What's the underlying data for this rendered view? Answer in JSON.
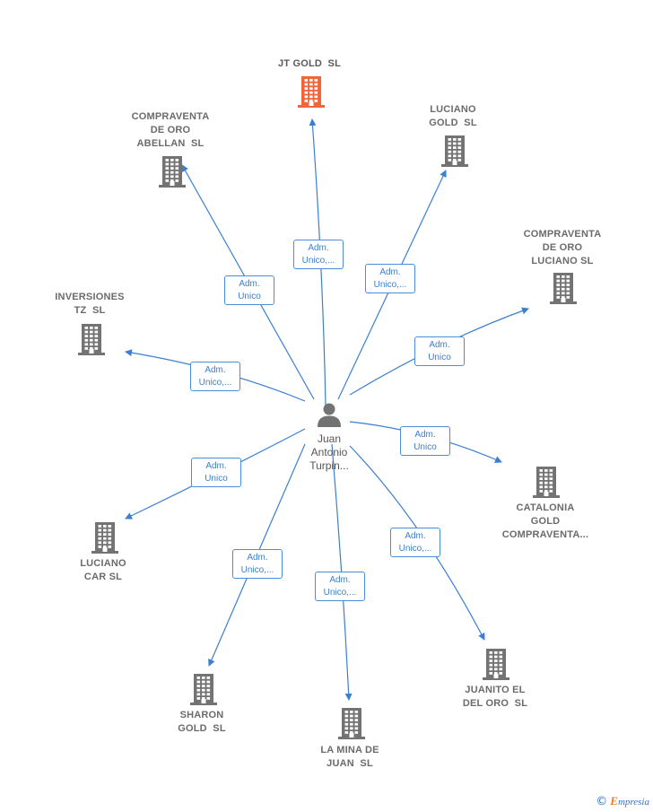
{
  "center": {
    "lines": [
      "Juan",
      "Antonio",
      "Turpin..."
    ]
  },
  "companies": [
    {
      "id": "jt-gold",
      "lines": [
        "JT GOLD  SL"
      ],
      "highlight": true,
      "icon": "building-icon",
      "color": "#f0653a"
    },
    {
      "id": "compraventa-abellan",
      "lines": [
        "COMPRAVENTA",
        "DE ORO",
        "ABELLAN  SL"
      ],
      "icon": "building-icon",
      "color": "#737373"
    },
    {
      "id": "luciano-gold",
      "lines": [
        "LUCIANO",
        "GOLD  SL"
      ],
      "icon": "building-icon",
      "color": "#737373"
    },
    {
      "id": "compraventa-luciano",
      "lines": [
        "COMPRAVENTA",
        "DE ORO",
        "LUCIANO SL"
      ],
      "icon": "building-icon",
      "color": "#737373"
    },
    {
      "id": "inversiones-tz",
      "lines": [
        "INVERSIONES",
        "TZ  SL"
      ],
      "icon": "building-icon",
      "color": "#737373"
    },
    {
      "id": "catalonia-gold",
      "lines": [
        "CATALONIA",
        "GOLD",
        "COMPRAVENTA..."
      ],
      "icon": "building-icon",
      "color": "#737373"
    },
    {
      "id": "luciano-car",
      "lines": [
        "LUCIANO",
        "CAR SL"
      ],
      "icon": "building-icon",
      "color": "#737373"
    },
    {
      "id": "juanito-el-del-oro",
      "lines": [
        "JUANITO EL",
        "DEL ORO  SL"
      ],
      "icon": "building-icon",
      "color": "#737373"
    },
    {
      "id": "sharon-gold",
      "lines": [
        "SHARON",
        "GOLD  SL"
      ],
      "icon": "building-icon",
      "color": "#737373"
    },
    {
      "id": "la-mina-de-juan",
      "lines": [
        "LA MINA DE",
        "JUAN  SL"
      ],
      "icon": "building-icon",
      "color": "#737373"
    }
  ],
  "edges": [
    {
      "to": "jt-gold",
      "lines": [
        "Adm.",
        "Unico,..."
      ]
    },
    {
      "to": "compraventa-abellan",
      "lines": [
        "Adm.",
        "Unico"
      ]
    },
    {
      "to": "luciano-gold",
      "lines": [
        "Adm.",
        "Unico,..."
      ]
    },
    {
      "to": "compraventa-luciano",
      "lines": [
        "Adm.",
        "Unico"
      ]
    },
    {
      "to": "inversiones-tz",
      "lines": [
        "Adm.",
        "Unico,..."
      ]
    },
    {
      "to": "catalonia-gold",
      "lines": [
        "Adm.",
        "Unico"
      ]
    },
    {
      "to": "luciano-car",
      "lines": [
        "Adm.",
        "Unico"
      ]
    },
    {
      "to": "juanito-el-del-oro",
      "lines": [
        "Adm.",
        "Unico,..."
      ]
    },
    {
      "to": "sharon-gold",
      "lines": [
        "Adm.",
        "Unico,..."
      ]
    },
    {
      "to": "la-mina-de-juan",
      "lines": [
        "Adm.",
        "Unico,..."
      ]
    }
  ],
  "colors": {
    "edge": "#3b7fd0",
    "person": "#737373"
  },
  "footer": {
    "copyright": "©",
    "brand_initial": "E",
    "brand_rest": "mpresia"
  }
}
